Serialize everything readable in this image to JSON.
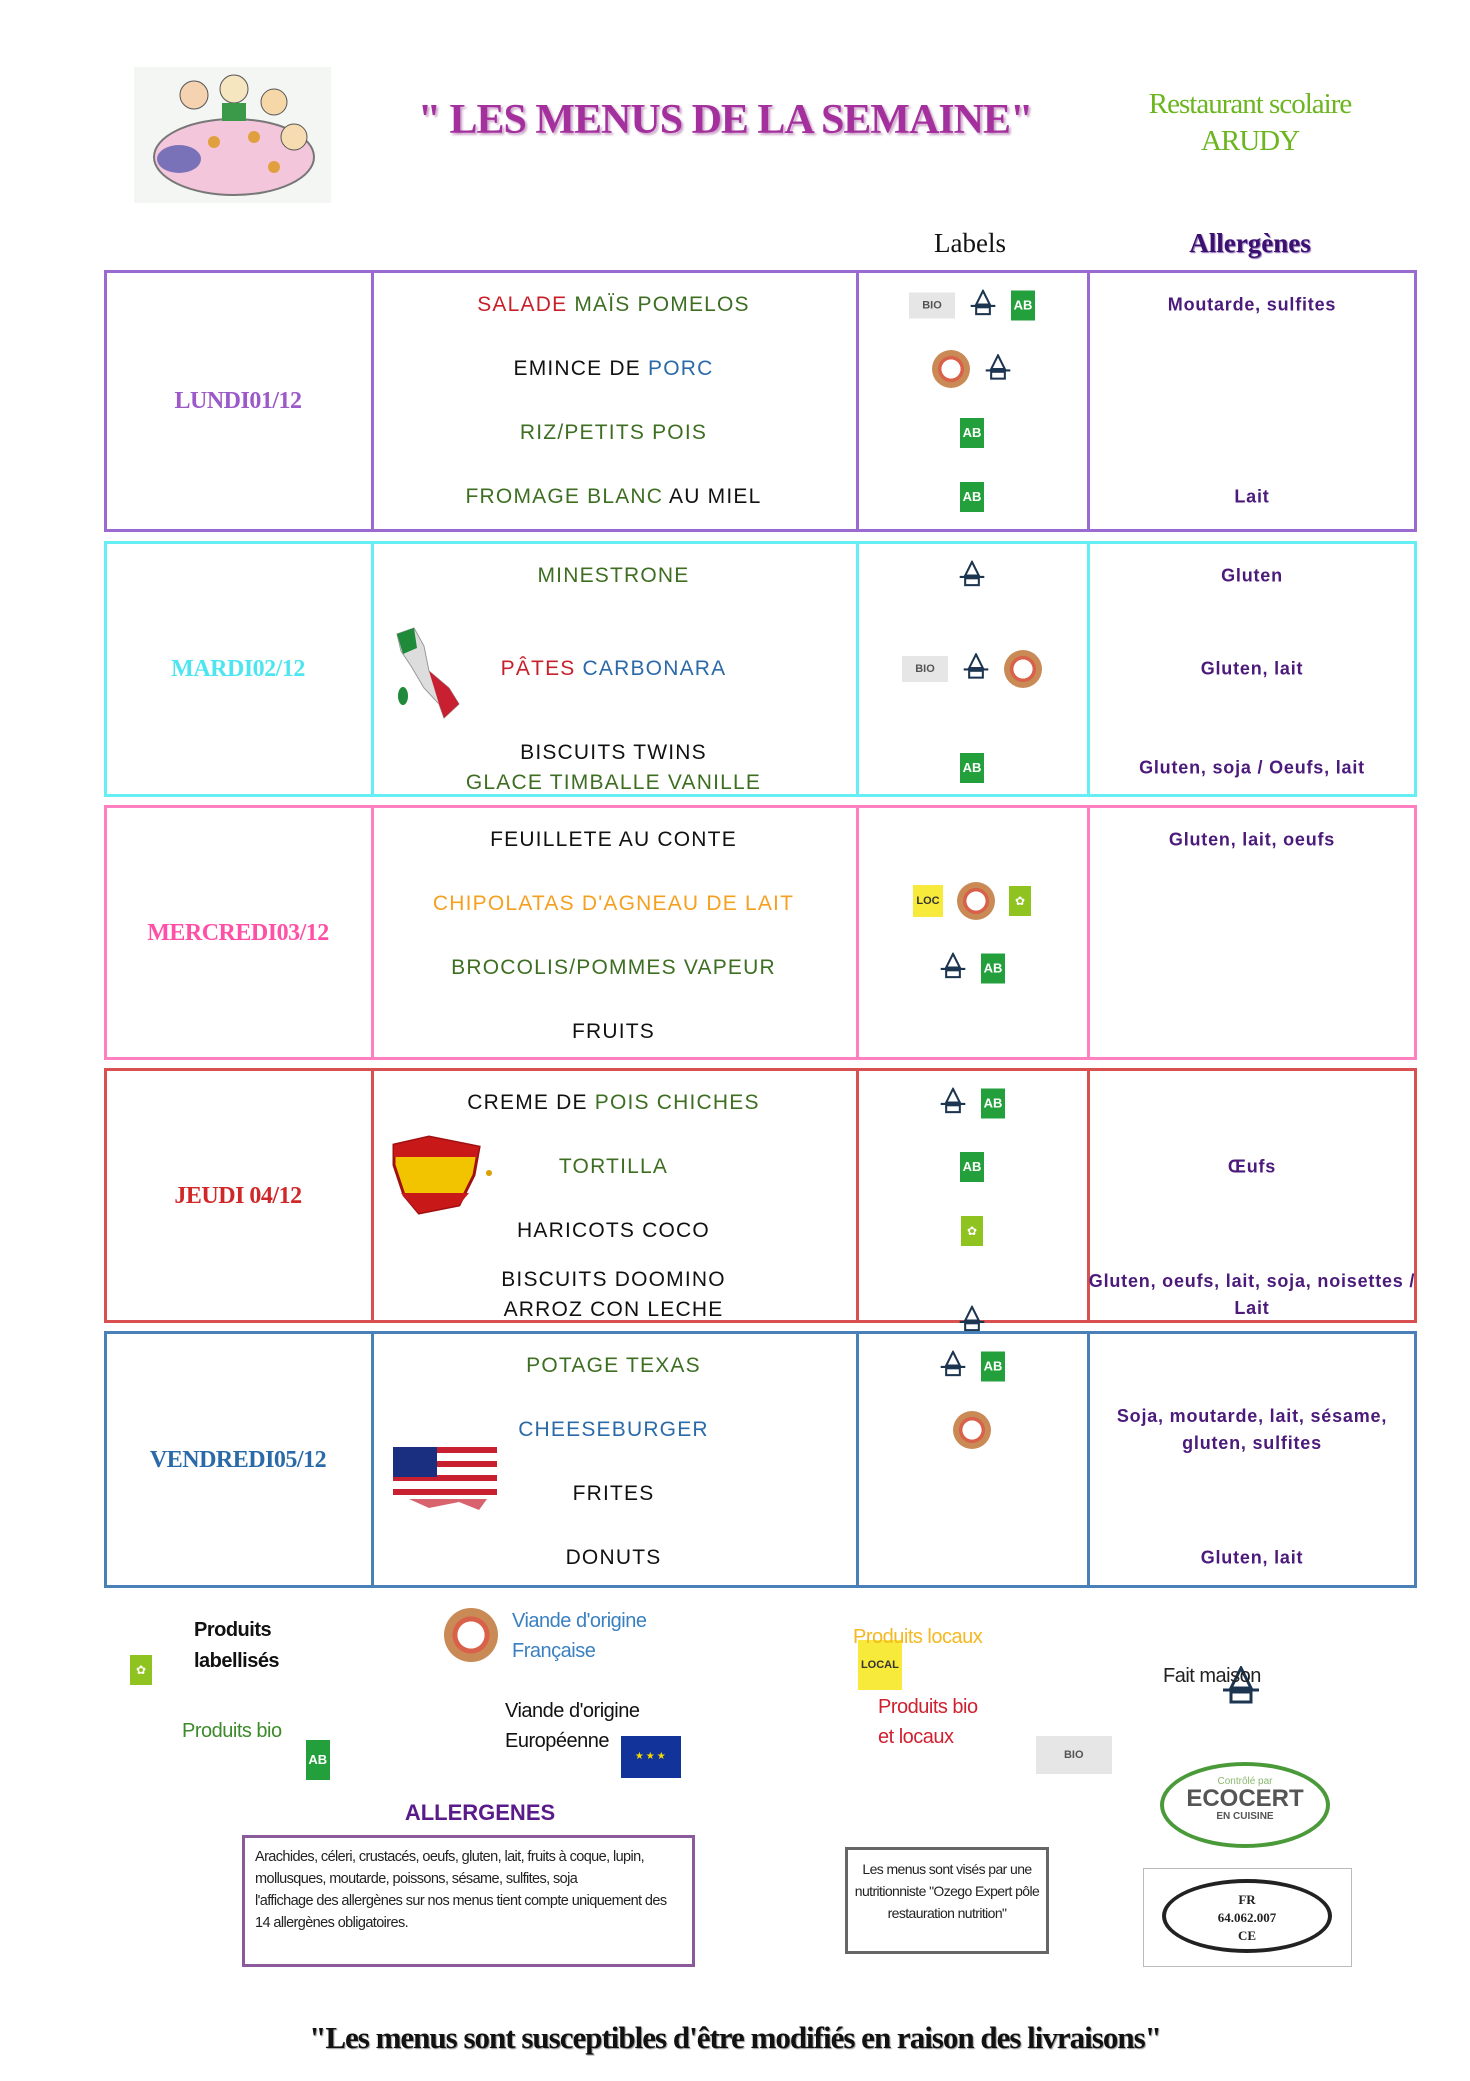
{
  "header": {
    "title": "\" LES MENUS DE LA SEMAINE\"",
    "restaurant_line1": "Restaurant scolaire",
    "restaurant_line2": "ARUDY",
    "col_labels": "Labels",
    "col_allergens": "Allergènes"
  },
  "colors": {
    "red": "#c8202a",
    "green": "#3d6e22",
    "blue": "#2a6aa8",
    "orange": "#f5a020",
    "black": "#111111"
  },
  "days": [
    {
      "label": "LUNDI01/12",
      "color": "#9b59c9",
      "border": "#9a6ad0",
      "dishes": [
        {
          "lines": [
            [
              {
                "t": "SALADE ",
                "c": "red"
              },
              {
                "t": "MAÏS POMELOS",
                "c": "green"
              }
            ]
          ]
        },
        {
          "lines": [
            [
              {
                "t": "EMINCE DE ",
                "c": "black"
              },
              {
                "t": "PORC",
                "c": "blue"
              }
            ]
          ]
        },
        {
          "lines": [
            [
              {
                "t": "RIZ/PETITS POIS",
                "c": "green"
              }
            ]
          ]
        },
        {
          "lines": [
            [
              {
                "t": "FROMAGE BLANC ",
                "c": "green"
              },
              {
                "t": "AU MIEL",
                "c": "black"
              }
            ]
          ]
        }
      ],
      "labels": [
        [
          "bio-local",
          "fait-maison",
          "ab"
        ],
        [
          "viande-francaise",
          "fait-maison"
        ],
        [
          "ab"
        ],
        [
          "ab"
        ]
      ],
      "allergens": [
        "Moutarde, sulfites",
        "Lait"
      ]
    },
    {
      "label": "MARDI02/12",
      "color": "#4de6f0",
      "border": "#66eef5",
      "flag": "italy",
      "dishes": [
        {
          "lines": [
            [
              {
                "t": "MINESTRONE",
                "c": "green"
              }
            ]
          ]
        },
        {
          "lines": [
            [
              {
                "t": "PÂTES ",
                "c": "red"
              },
              {
                "t": "CARBONARA",
                "c": "blue"
              }
            ]
          ]
        },
        {
          "lines": [
            [
              {
                "t": "BISCUITS TWINS",
                "c": "black"
              }
            ],
            [
              {
                "t": "GLACE TIMBALLE VANILLE",
                "c": "green"
              }
            ]
          ]
        }
      ],
      "labels": [
        [
          "fait-maison"
        ],
        [
          "bio-local",
          "fait-maison",
          "viande-francaise"
        ],
        [
          "ab"
        ]
      ],
      "allergens": [
        "Gluten",
        "Gluten, lait",
        "Gluten, soja / Oeufs, lait"
      ]
    },
    {
      "label": "MERCREDI03/12",
      "color": "#ff4fa6",
      "border": "#ff80c0",
      "dishes": [
        {
          "lines": [
            [
              {
                "t": "FEUILLETE AU CONTE",
                "c": "black"
              }
            ]
          ]
        },
        {
          "lines": [
            [
              {
                "t": "CHIPOLATAS D'AGNEAU DE LAIT",
                "c": "orange"
              }
            ]
          ]
        },
        {
          "lines": [
            [
              {
                "t": "BROCOLIS/POMMES VAPEUR",
                "c": "green"
              }
            ]
          ]
        },
        {
          "lines": [
            [
              {
                "t": "FRUITS",
                "c": "black"
              }
            ]
          ]
        }
      ],
      "labels": [
        [
          "local",
          "viande-francaise",
          "label"
        ],
        [
          "fait-maison",
          "ab"
        ]
      ],
      "allergens": [
        "Gluten, lait, oeufs"
      ]
    },
    {
      "label": "JEUDI 04/12",
      "color": "#d02828",
      "border": "#d85050",
      "flag": "spain",
      "dishes": [
        {
          "lines": [
            [
              {
                "t": "CREME DE ",
                "c": "black"
              },
              {
                "t": "POIS CHICHES",
                "c": "green"
              }
            ]
          ]
        },
        {
          "lines": [
            [
              {
                "t": "TORTILLA",
                "c": "green"
              }
            ]
          ]
        },
        {
          "lines": [
            [
              {
                "t": "HARICOTS COCO",
                "c": "black"
              }
            ]
          ]
        },
        {
          "lines": [
            [
              {
                "t": "BISCUITS DOOMINO",
                "c": "black"
              }
            ],
            [
              {
                "t": "ARROZ CON LECHE",
                "c": "black"
              }
            ]
          ]
        }
      ],
      "labels": [
        [
          "fait-maison",
          "ab"
        ],
        [
          "ab"
        ],
        [
          "label"
        ],
        [
          "fait-maison"
        ]
      ],
      "allergens": [
        "Œufs",
        "Gluten, oeufs, lait, soja, noisettes / Lait"
      ]
    },
    {
      "label": "VENDREDI05/12",
      "color": "#2a6aa8",
      "border": "#4a80b8",
      "flag": "usa",
      "dishes": [
        {
          "lines": [
            [
              {
                "t": "POTAGE TEXAS",
                "c": "green"
              }
            ]
          ]
        },
        {
          "lines": [
            [
              {
                "t": "CHEESEBURGER",
                "c": "blue"
              }
            ]
          ]
        },
        {
          "lines": [
            [
              {
                "t": "FRITES",
                "c": "black"
              }
            ]
          ]
        },
        {
          "lines": [
            [
              {
                "t": "DONUTS",
                "c": "black"
              }
            ]
          ]
        }
      ],
      "labels": [
        [
          "fait-maison",
          "ab"
        ],
        [
          "viande-francaise"
        ]
      ],
      "allergens": [
        "Soja, moutarde, lait, sésame, gluten, sulfites",
        "Gluten, lait"
      ]
    }
  ],
  "legend": {
    "labellises": "Produits labellisés",
    "viande_fr_1": "Viande d'origine",
    "viande_fr_2": "Française",
    "locaux": "Produits locaux",
    "fait_maison": "Fait maison",
    "bio": "Produits bio",
    "viande_eu_1": "Viande d'origine",
    "viande_eu_2": "Européenne",
    "bio_locaux_1": "Produits bio",
    "bio_locaux_2": "et locaux"
  },
  "allergens_box": {
    "title": "ALLERGENES",
    "text1": "Arachides, céleri, crustacés, oeufs, gluten, lait, fruits à coque, lupin, mollusques, moutarde, poissons, sésame, sulfites, soja",
    "text2": "l'affichage des allergènes sur nos menus tient compte uniquement des 14 allergènes obligatoires."
  },
  "nutrition_box": "Les menus sont visés par une nutritionniste \"Ozego Expert pôle restauration nutrition\"",
  "ecocert": {
    "line1": "Contrôlé par",
    "line2": "ECOCERT",
    "line3": "EN CUISINE"
  },
  "stamp": {
    "line1": "FR",
    "line2": "64.062.007",
    "line3": "CE"
  },
  "footer": "\"Les menus sont susceptibles d'être modifiés en raison des livraisons\""
}
